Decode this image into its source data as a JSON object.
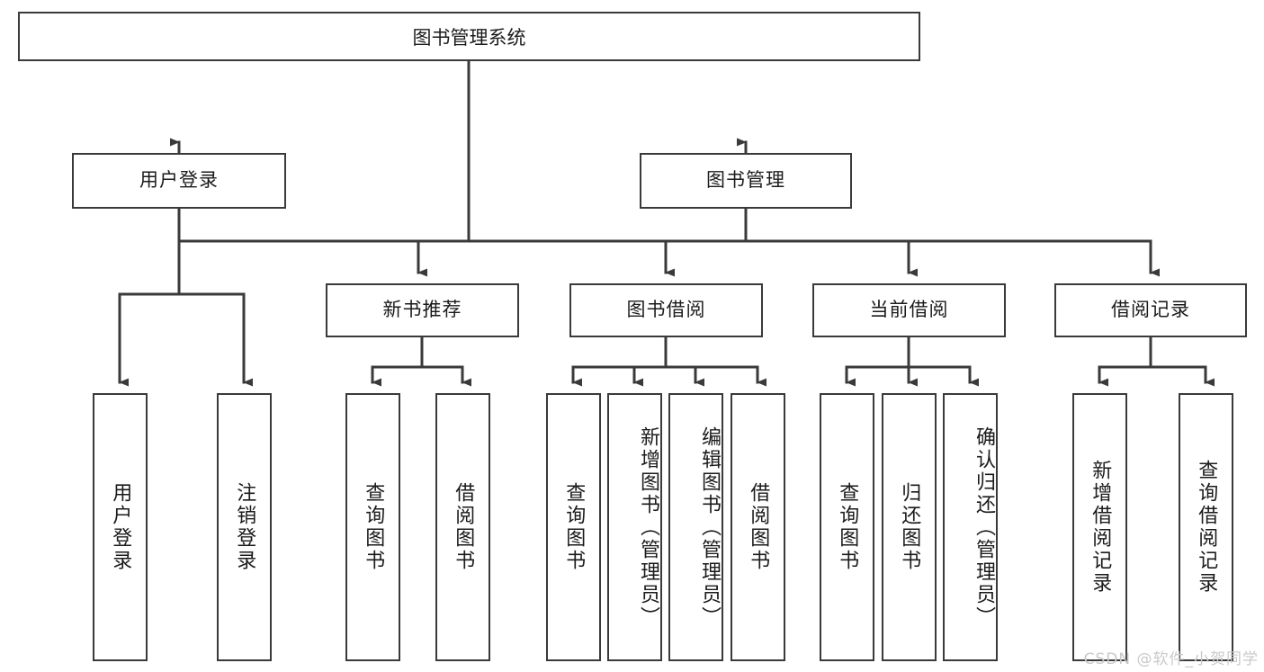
{
  "diagram": {
    "title": "图书管理系统",
    "root": {
      "label": "图书管理系统"
    },
    "level2": [
      {
        "label": "用户登录"
      },
      {
        "label": "图书管理"
      }
    ],
    "level3": [
      {
        "label": "新书推荐"
      },
      {
        "label": "图书借阅"
      },
      {
        "label": "当前借阅"
      },
      {
        "label": "借阅记录"
      }
    ],
    "leaves": [
      {
        "label": "用户登录",
        "parent": "用户登录"
      },
      {
        "label": "注销登录",
        "parent": "用户登录"
      },
      {
        "label": "查询图书",
        "parent": "新书推荐"
      },
      {
        "label": "借阅图书",
        "parent": "新书推荐"
      },
      {
        "label": "查询图书",
        "parent": "图书借阅"
      },
      {
        "label": "新增图书（管理员）",
        "parent": "图书借阅"
      },
      {
        "label": "编辑图书（管理员）",
        "parent": "图书借阅"
      },
      {
        "label": "借阅图书",
        "parent": "图书借阅"
      },
      {
        "label": "查询图书",
        "parent": "当前借阅"
      },
      {
        "label": "归还图书",
        "parent": "当前借阅"
      },
      {
        "label": "确认归还（管理员）",
        "parent": "当前借阅"
      },
      {
        "label": "新增借阅记录",
        "parent": "借阅记录"
      },
      {
        "label": "查询借阅记录",
        "parent": "借阅记录"
      }
    ]
  },
  "watermark": {
    "text": "CSDN @软件_小贺同学"
  },
  "colors": {
    "stroke": "#3a3a3a",
    "text": "#1b1b1b",
    "background": "#ffffff",
    "watermark": "#c9c9c9"
  }
}
